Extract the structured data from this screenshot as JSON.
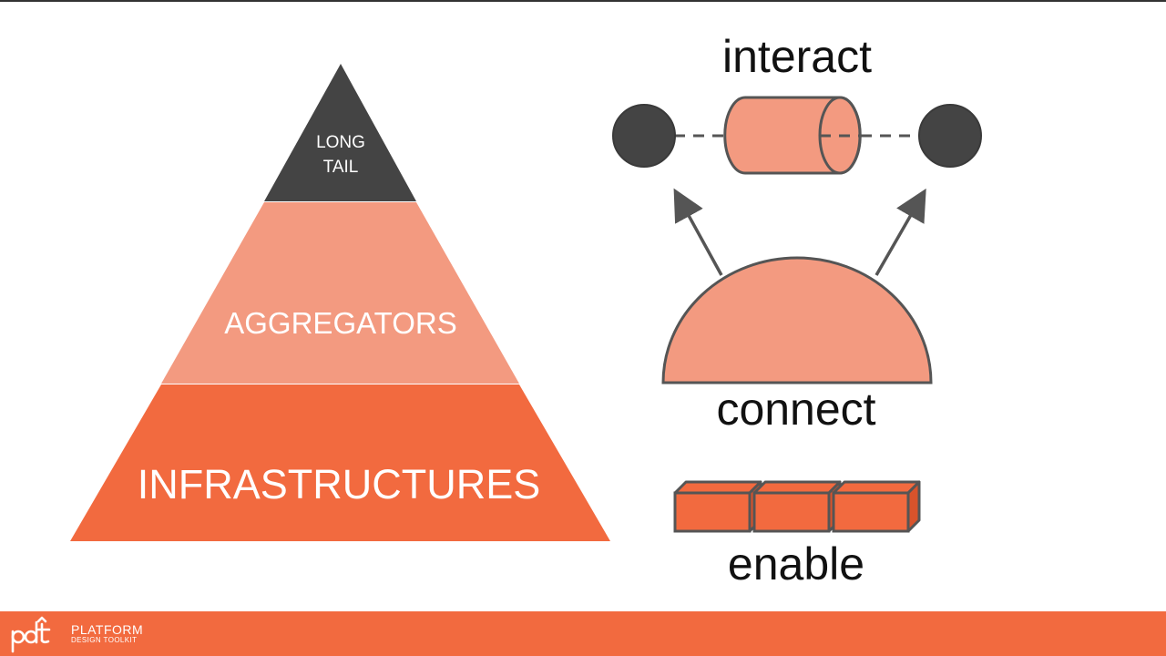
{
  "pyramid": {
    "levels": [
      {
        "line1": "LONG",
        "line2": "TAIL",
        "color": "#444444"
      },
      {
        "label": "AGGREGATORS",
        "color": "#f39a80"
      },
      {
        "label": "INFRASTRUCTURES",
        "color": "#f26a3f"
      }
    ]
  },
  "flow": {
    "interact_label": "interact",
    "connect_label": "connect",
    "enable_label": "enable",
    "node_color": "#444444",
    "shape_color": "#f39a80",
    "brick_color": "#f26a3f"
  },
  "footer": {
    "brand_main": "PLATFORM",
    "brand_sub": "DESIGN TOOLKIT",
    "bar_color": "#f26a3f"
  }
}
